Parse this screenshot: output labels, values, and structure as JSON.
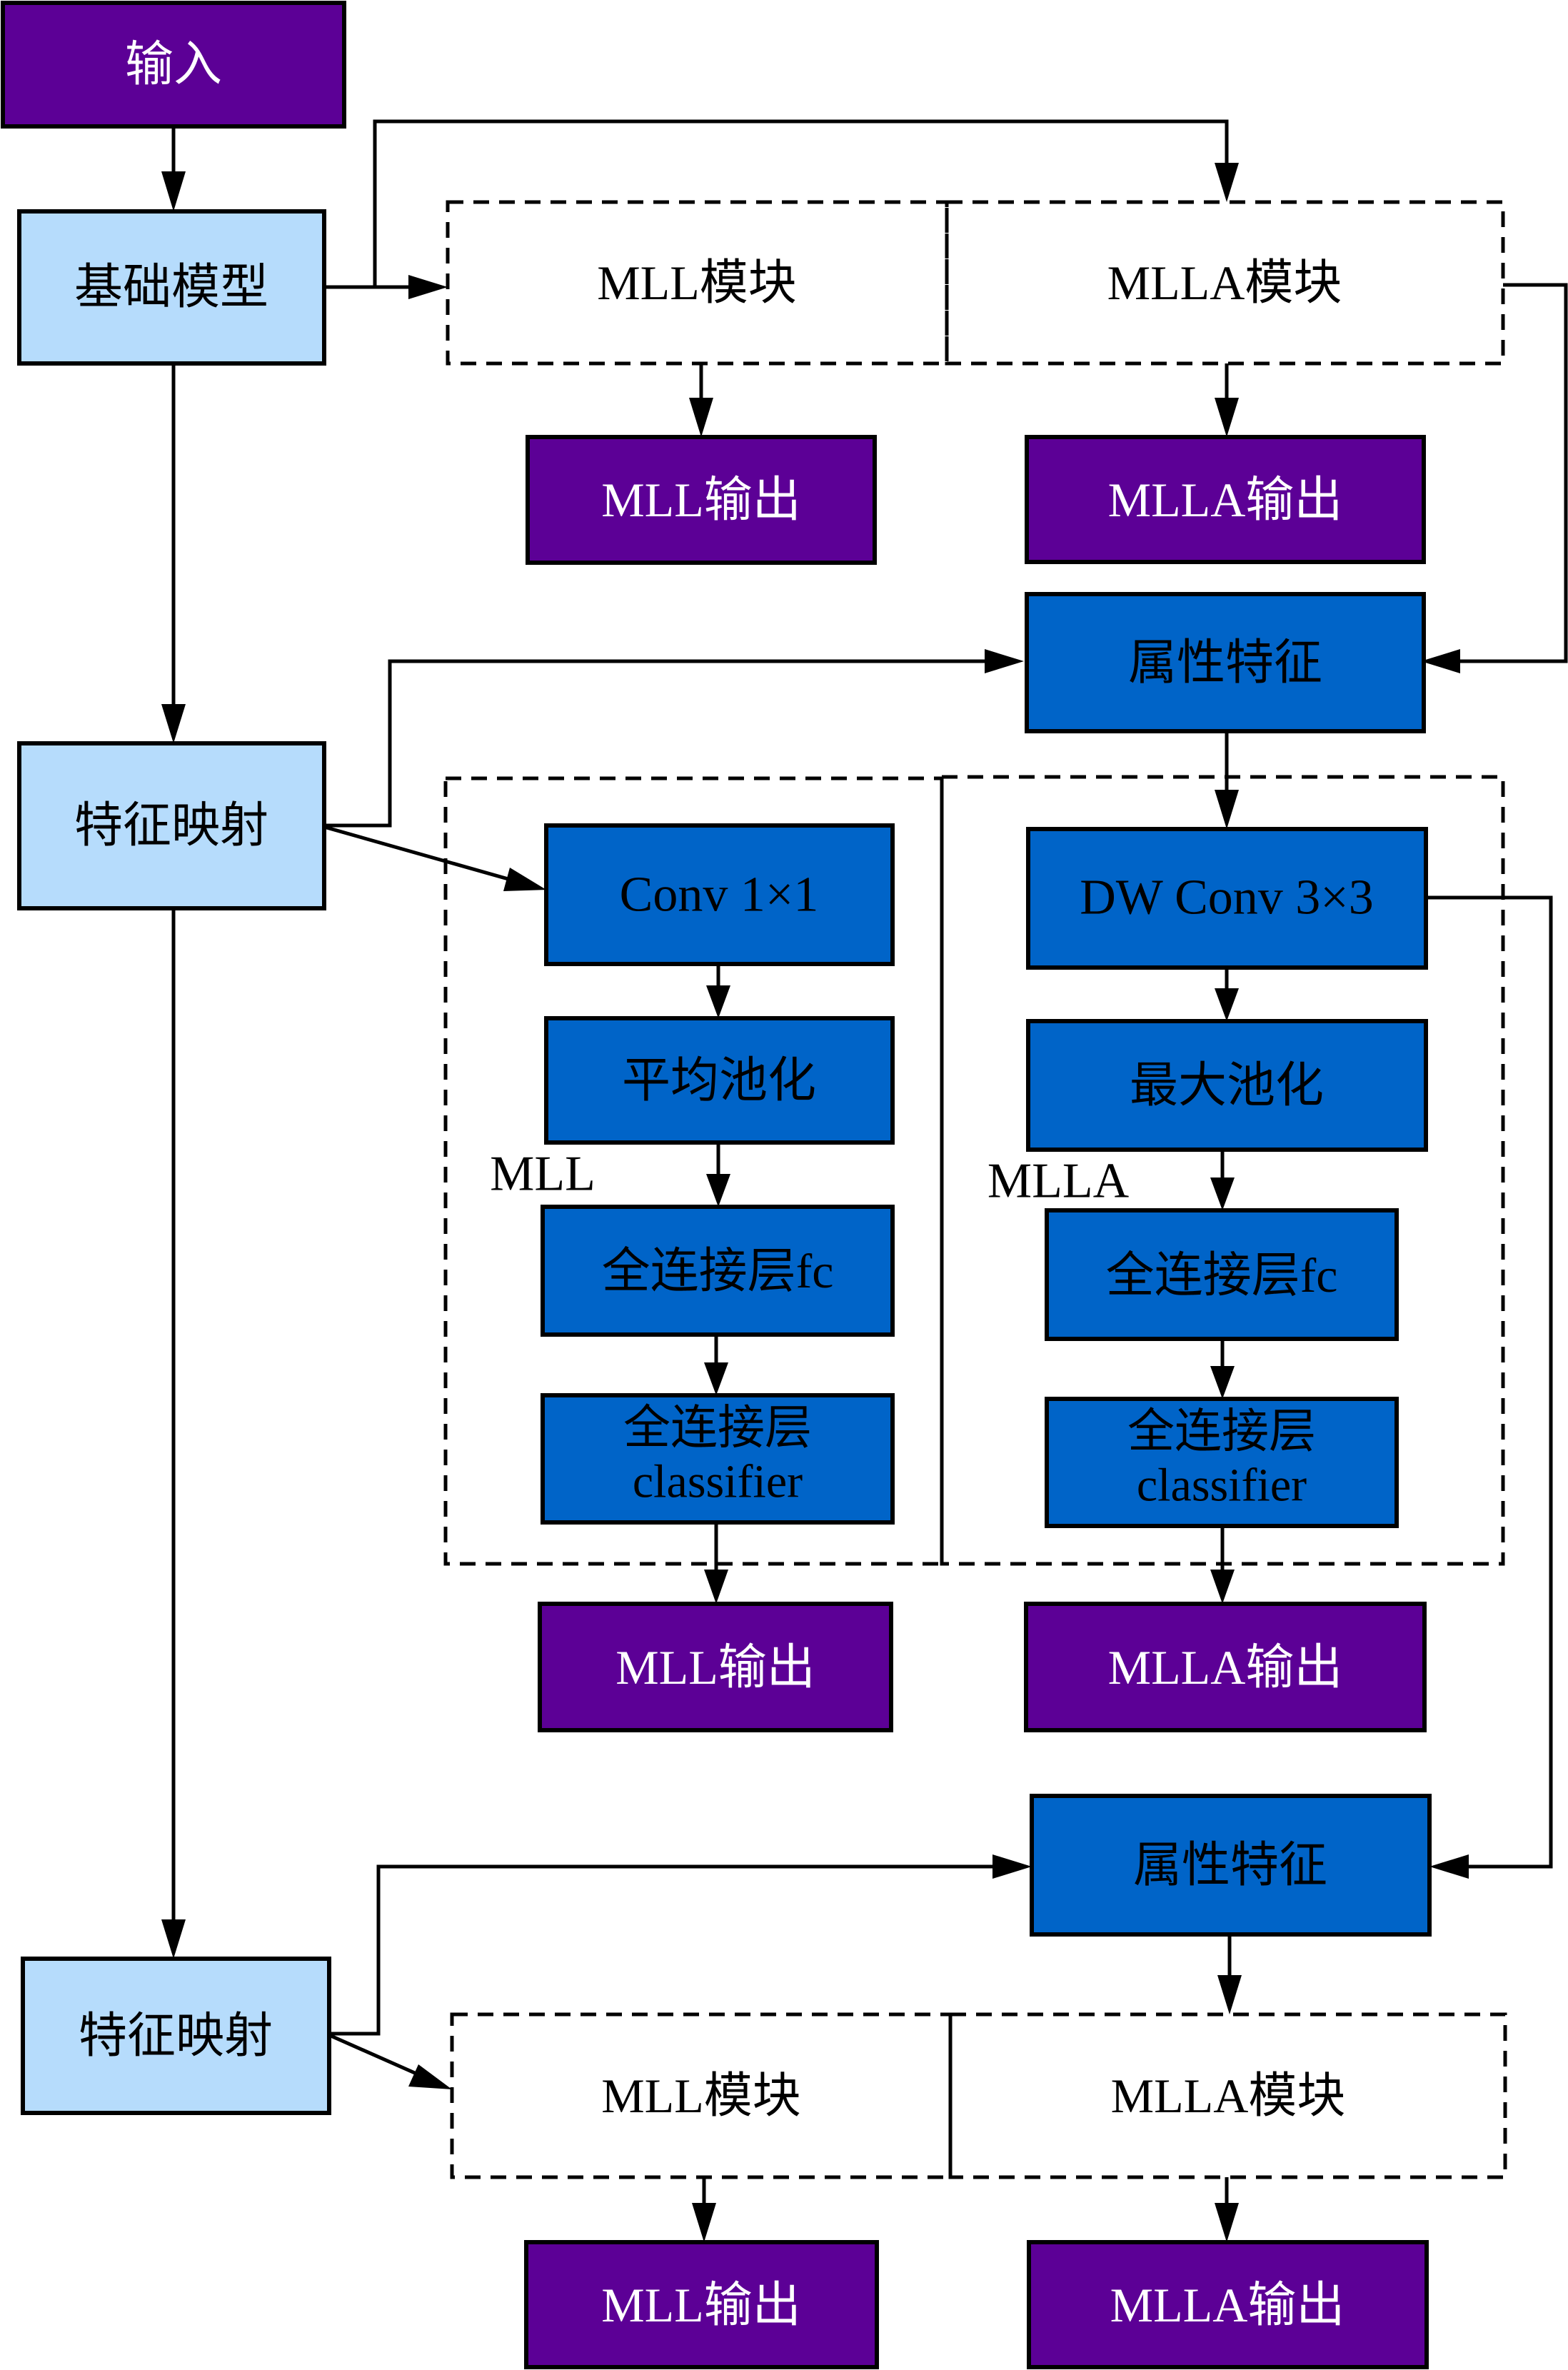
{
  "colors": {
    "io_purple": "#5C0096",
    "layer_blue": "#0064C8",
    "base_lightblue": "#B6DCFC"
  },
  "nodes": {
    "input": "输入",
    "base_model": "基础模型",
    "feature_map_1": "特征映射",
    "feature_map_2": "特征映射",
    "mll_module_top": "MLL模块",
    "mlla_module_top": "MLLA模块",
    "mll_output_1": "MLL输出",
    "mlla_output_1": "MLLA输出",
    "attr_feature_1": "属性特征",
    "mll_conv": "Conv 1×1",
    "mll_pool": "平均池化",
    "mll_fc": "全连接层fc",
    "mll_classifier_line1": "全连接层",
    "mll_classifier_line2": "classifier",
    "mlla_conv": "DW Conv 3×3",
    "mlla_pool": "最大池化",
    "mlla_fc": "全连接层fc",
    "mlla_classifier_line1": "全连接层",
    "mlla_classifier_line2": "classifier",
    "mll_group_label": "MLL",
    "mlla_group_label": "MLLA",
    "mll_output_2": "MLL输出",
    "mlla_output_2": "MLLA输出",
    "attr_feature_2": "属性特征",
    "mll_module_bottom": "MLL模块",
    "mlla_module_bottom": "MLLA模块",
    "mll_output_3": "MLL输出",
    "mlla_output_3": "MLLA输出"
  }
}
